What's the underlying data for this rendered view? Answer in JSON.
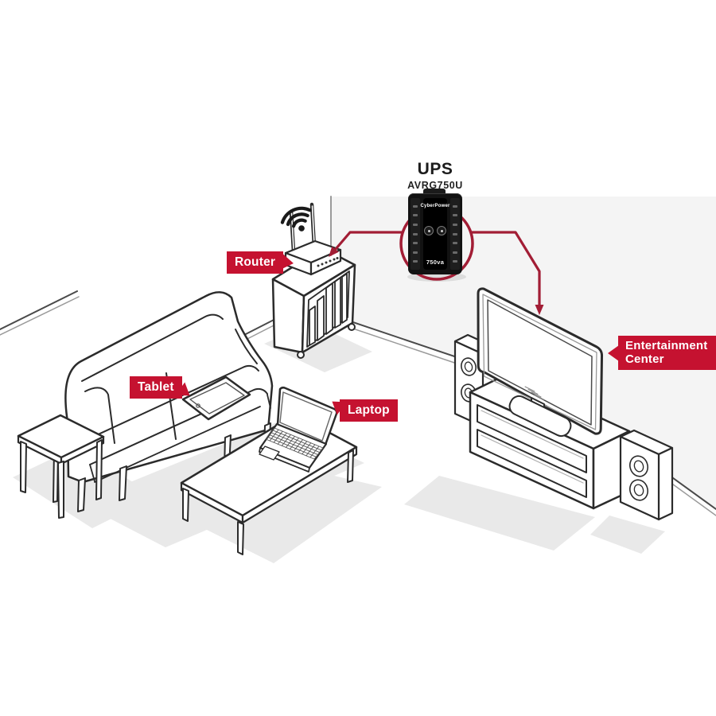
{
  "ups_callout": {
    "title": "UPS",
    "model": "AVRG750U",
    "brand": "CyberPower",
    "capacity": "750va"
  },
  "labels": {
    "router": "Router",
    "tablet": "Tablet",
    "laptop": "Laptop",
    "entertainment_center": "Entertainment Center"
  },
  "connections": [
    {
      "from": "ups",
      "to": "router"
    },
    {
      "from": "ups",
      "to": "entertainment-center"
    }
  ],
  "colors": {
    "label_red": "#c51230",
    "connection_red": "#a21d35",
    "outline_dark": "#2b2b2b",
    "wall_gray": "#f4f4f4",
    "shadow_gray": "#e9e9e9"
  },
  "icons": {
    "wifi": "wifi-signal-icon",
    "arrow": "connection-arrow-icon"
  }
}
